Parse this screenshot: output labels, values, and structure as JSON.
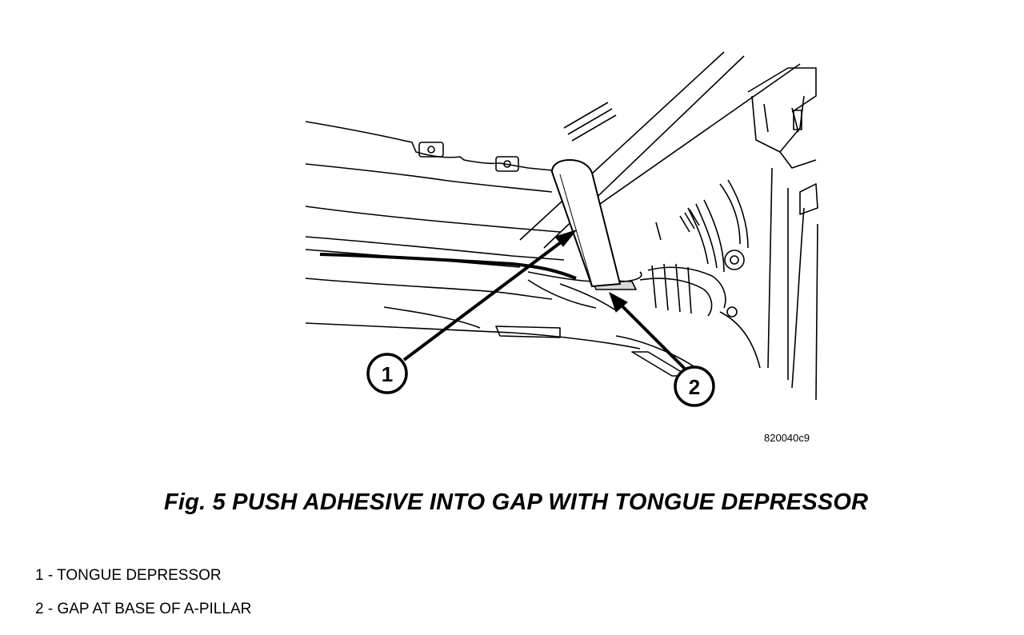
{
  "figure": {
    "id_code": "820040c9",
    "caption": "Fig. 5 PUSH ADHESIVE INTO GAP WITH TONGUE DEPRESSOR",
    "callouts": [
      {
        "number": "1",
        "label": "1 - TONGUE DEPRESSOR"
      },
      {
        "number": "2",
        "label": "2 - GAP AT BASE OF A-PILLAR"
      }
    ]
  }
}
